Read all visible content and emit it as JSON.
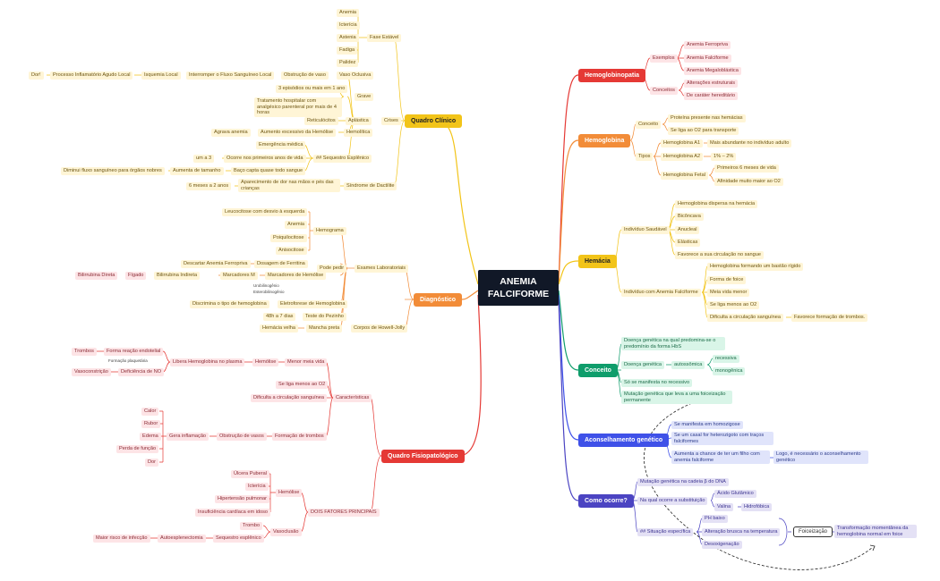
{
  "center": {
    "line1": "ANEMIA",
    "line2": "FALCIFORME"
  },
  "colors": {
    "red": "#e53935",
    "orange": "#f28c38",
    "yellow": "#f2c419",
    "green": "#0f9d6b",
    "blue": "#3f51e8",
    "indigo": "#4b44c2",
    "dark": "#111827"
  },
  "quadro_clinico": {
    "title": "Quadro Clínico",
    "fase_estavel": "Fase Estável",
    "fase_items": [
      "Anemia",
      "Icterícia",
      "Astenia",
      "Fadiga",
      "Palidez"
    ],
    "vaso_oclusiva": "Vaso Oclusiva",
    "obstrucao": "Obstrução de vaso",
    "interromper": "Interromper o Fluxo Sanguíneo Local",
    "isquemia": "Isquemia Local",
    "processo": "Processo Inflamatório Agudo Local",
    "dor": "Dor!",
    "crises": "Crises",
    "grave": "Grave",
    "episodios": "3 episódios ou mais em 1 ano",
    "tratamento": "Tratamento hospitalar com analgésico parenteral por mais de 4 horas",
    "aplastica": "Aplástica",
    "reticulocitos": "Reticulócitos",
    "hemolitica": "Hemolítica",
    "aumento_hemolise": "Aumento excessivo da Hemólise",
    "agrava": "Agrava anemia",
    "sequestro": "## Sequestro Esplênico",
    "emergencia": "Emergência médica",
    "ocorre_anos": "Ocorre nos primeiros anos de vida",
    "um_a_3": "um a 3",
    "baco": "Baço capta quase todo sangue",
    "aumenta": "Aumenta de tamanho",
    "diminui": "Diminui fluxo sanguíneo para órgãos nobres",
    "dactilite": "Síndrome de Dactilite",
    "aparecimento": "Aparecimento de dor nas mãos e pés das crianças",
    "meses": "6 meses a 2 anos"
  },
  "diagnostico": {
    "title": "Diagnóstico",
    "exames": "Exames Laboratoriais",
    "pode_pedir": "Pode pedir",
    "hemograma": "Hemograma",
    "hemograma_items": [
      "Leucocitose com desvio à esquerda",
      "Anemia",
      "Poiquilocitose",
      "Anisocitose"
    ],
    "dosagem": "Dosagem de Ferritina",
    "descartar": "Descartar Anemia Ferropriva",
    "marcadores_hemolise": "Marcadores de Hemólise",
    "marcadores_m": "Marcadores M",
    "bilirrubina_indireta": "Bilirrubina Indireta",
    "figado": "Fígado",
    "bilirrubina_direta": "Bilirrubina Direta",
    "urobilinogenio": "Urobilinogênio",
    "esterobilinogenio": "Esterobilinogênio",
    "eletroforese": "Eletroforese de Hemoglobina",
    "discrimina": "Discrimina o tipo de hemoglobina",
    "pezinho": "Teste do Pezinho",
    "horas": "48h a 7 dias",
    "howell": "Corpos de Howell-Jolly",
    "mancha": "Mancha preta",
    "hemacia_velha": "Hemácia velha"
  },
  "quadro_fisio": {
    "title": "Quadro Fisiopatológico",
    "caracteristicas": "Características",
    "menor_vida": "Menor meia vida",
    "hemolise": "Hemólise",
    "libera": "Libera Hemoglobina no plasma",
    "forma_reacao": "Forma reação endotelial",
    "trombos": "Trombos",
    "formacao_plaquetaria": "Formação plaquetária",
    "deficiencia": "Deficiência de NO",
    "vasoconstricao": "Vasoconstrição",
    "se_liga": "Se liga menos ao O2",
    "dificulta": "Dificulta a circulação sanguínea",
    "formacao_trombos": "Formação de trombos",
    "obstrucao_vasos": "Obstrução de vasos",
    "gera": "Gera inflamação",
    "inflam_items": [
      "Calor",
      "Rubor",
      "Edema",
      "Perda de função",
      "Dor"
    ],
    "dois_fatores": "DOIS FATORES PRINCIPAIS",
    "hemolise2": "Hemólise",
    "hemolise2_items": [
      "Úlcera Puberal",
      "Icterícia",
      "Hipertensão pulmonar",
      "Insuficiência cardíaca em idoso"
    ],
    "vasoclusao": "Vasoclusão",
    "trombo": "Trombo",
    "sequestro_esplenico": "Sequestro esplênico",
    "autoesplenectomia": "Autoesplenectomia",
    "maior_risco": "Maior risco de infecção"
  },
  "hemoglobinopatia": {
    "title": "Hemoglobinopatia",
    "exemplos": "Exemplos",
    "exemplos_items": [
      "Anemia Ferropriva",
      "Anemia Falciforme",
      "Anemia Megaloblástica"
    ],
    "conceitos": "Conceitos",
    "conceitos_items": [
      "Alterações estruturais",
      "De caráter hereditário"
    ]
  },
  "hemoglobina": {
    "title": "Hemoglobina",
    "conceito": "Conceito",
    "conceito_items": [
      "Proteína presente nas hemácias",
      "Se liga ao O2 para transporte"
    ],
    "tipos": "Tipos",
    "a1": "Hemoglobina A1",
    "a1_desc": "Mais abundante no indivíduo adulto",
    "a2": "Hemoglobina A2",
    "a2_desc": "1% – 2%",
    "fetal": "Hemoglobina Fetal",
    "fetal_items": [
      "Primeiros 6 meses de vida",
      "Afinidade muito maior ao O2"
    ]
  },
  "hemacia": {
    "title": "Hemácia",
    "saudavel": "Indivíduo Saudável",
    "saudavel_items": [
      "Hemoglobina dispersa na hemácia",
      "Bicôncava",
      "Anucleal",
      "Elásticas",
      "Favorece a sua circulação no sangue"
    ],
    "falciforme": "Indivíduo com Anemia Falciforme",
    "falciforme_items": [
      "Hemoglobina formando um bastão rígido",
      "Forma de foice",
      "Meia vida menor",
      "Se liga menos ao O2",
      "Dificulta a circulação sanguínea"
    ],
    "favorece_trombos": "Favorece formação de trombos."
  },
  "conceito": {
    "title": "Conceito",
    "def1": "Doença genética na qual predomina-se o predomínio da forma HbS",
    "doenca_genetica": "Doença genética",
    "autossomica": "autossômica",
    "recessiva": "recessiva",
    "monogenica": "monogênica",
    "so_recessivo": "Só se manifesta no recessivo",
    "mutacao": "Mutação genética que leva a uma foiceização permanente"
  },
  "aconselhamento": {
    "title": "Aconselhamento genético",
    "homozigose": "Se manifesta em homozigose",
    "casal": "Se um casal for heterozigoto com traços falciformes",
    "aumenta": "Aumenta a chance de ter um filho com anemia falciforme",
    "logo": "Logo, é necessário o aconselhamento genético"
  },
  "como_ocorre": {
    "title": "Como ocorre?",
    "mutacao": "Mutação genética na cadeia β do DNA",
    "qual_ocorre": "Na qual ocorre a substituição",
    "acido": "Ácido Glutâmico",
    "valina": "Valina",
    "hidrofobica": "Hidrofóbica",
    "situacao": "## Situação específica",
    "ph": "PH baixo",
    "alteracao": "Alteração brusca na temperatura",
    "descolagenacao": "Desoxigenação",
    "foiceizacao": "Foiceização",
    "transformacao": "Transformação momentânea da hemoglobina normal em foice"
  }
}
